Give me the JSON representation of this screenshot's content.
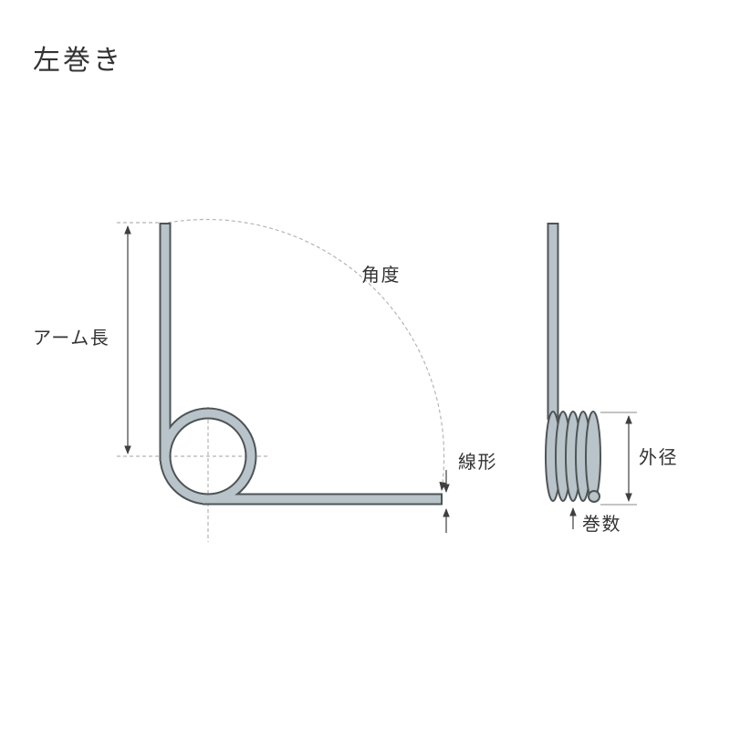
{
  "title": "左巻き",
  "front_view": {
    "labels": {
      "arm_length": "アーム長",
      "angle": "角度",
      "wire_diameter": "線形"
    }
  },
  "side_view": {
    "labels": {
      "outer_diameter": "外径",
      "coil_count": "巻数"
    }
  },
  "colors": {
    "wire_fill": "#b8c4c9",
    "wire_outline": "#4e5456",
    "dashed_line": "#b5b5b5",
    "dimension_line": "#3f3f3f",
    "text": "#333333",
    "background": "#ffffff"
  }
}
